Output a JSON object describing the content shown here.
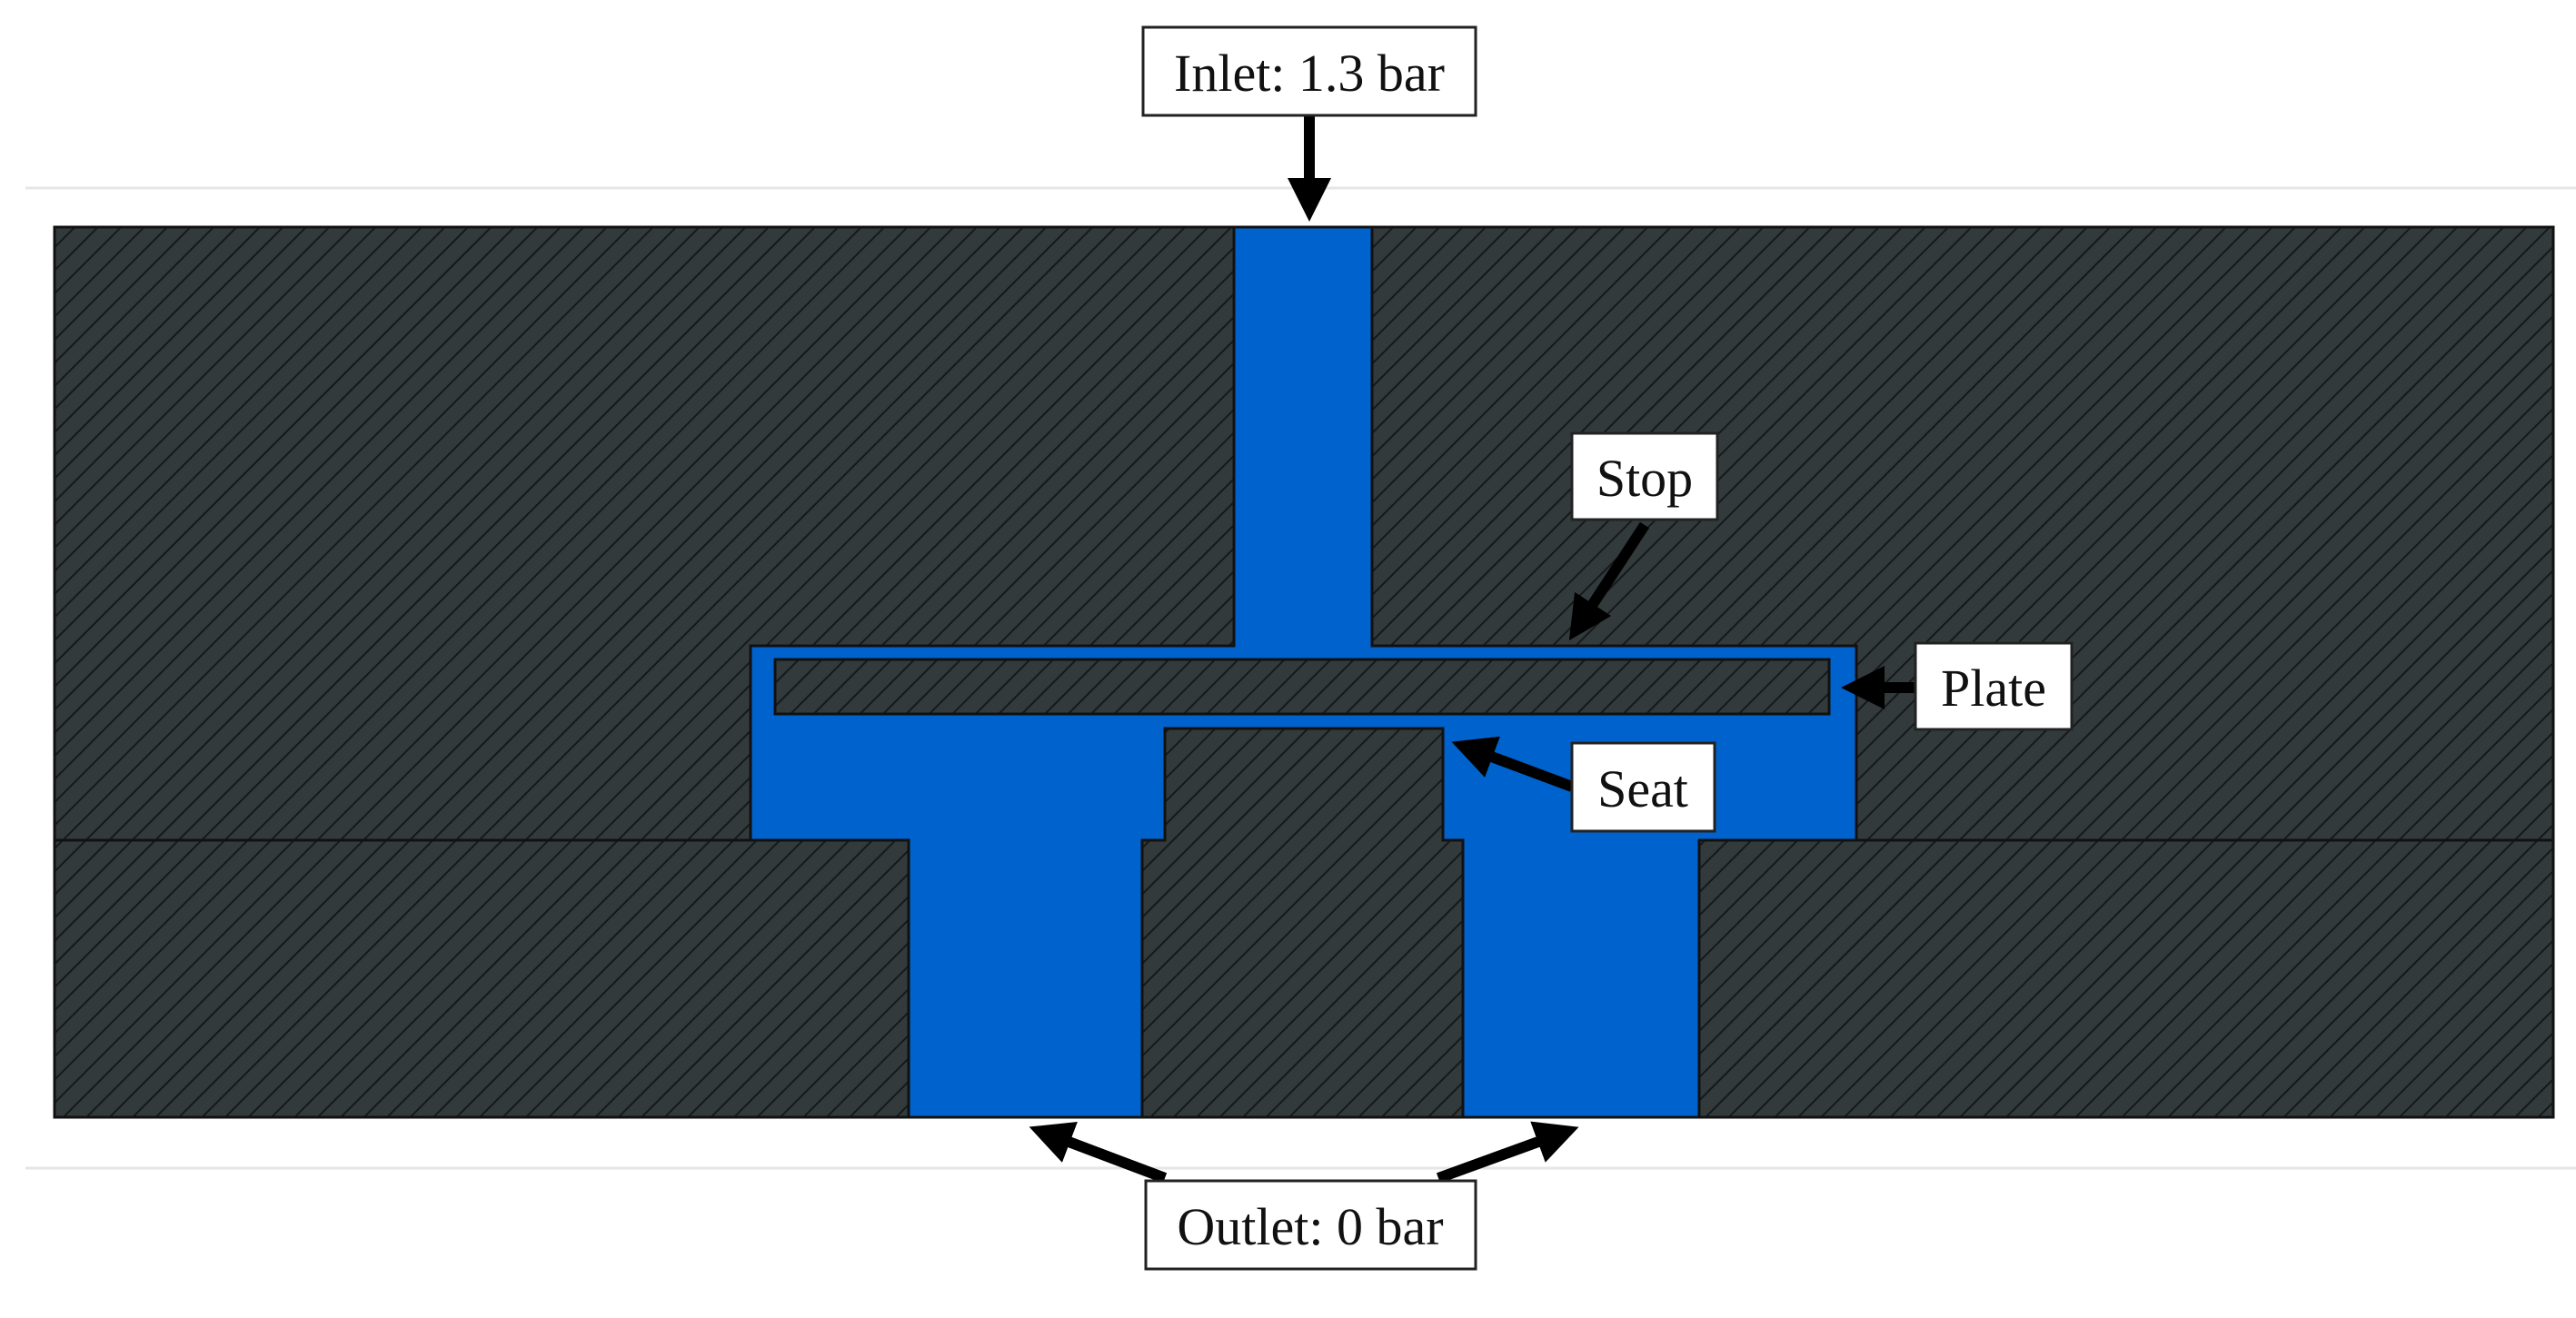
{
  "labels": {
    "inlet": "Inlet: 1.3 bar",
    "outlet": "Outlet: 0 bar",
    "stop": "Stop",
    "plate": "Plate",
    "seat": "Seat"
  },
  "colors": {
    "solid_fill": "#323a3c",
    "hatch_line": "#15191b",
    "fluid": "#0062cc",
    "outline": "#111111",
    "frame_line": "#e6e6e6"
  }
}
